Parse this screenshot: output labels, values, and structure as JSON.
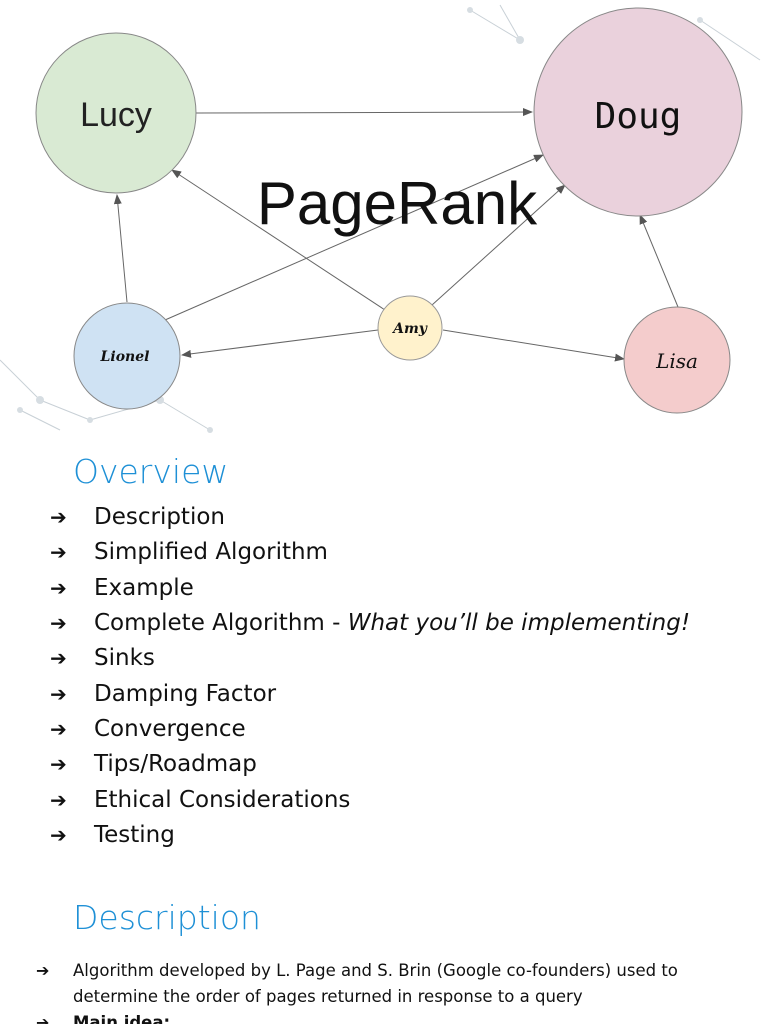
{
  "diagram": {
    "title": "PageRank",
    "nodes": {
      "lucy": "Lucy",
      "doug": "Doug",
      "amy": "Amy",
      "lionel": "Lionel",
      "lisa": "Lisa"
    },
    "colors": {
      "lucy": "#d9ead3",
      "doug": "#ead1dc",
      "amy": "#fff2cc",
      "lionel": "#cfe2f3",
      "lisa": "#f4cccc",
      "edge": "#666666"
    }
  },
  "overview": {
    "title": "Overview",
    "bullet": "➔",
    "items": [
      {
        "text": "Description",
        "em": ""
      },
      {
        "text": "Simplified Algorithm",
        "em": ""
      },
      {
        "text": "Example",
        "em": ""
      },
      {
        "text": "Complete Algorithm - ",
        "em": "What you’ll be implementing!"
      },
      {
        "text": "Sinks",
        "em": ""
      },
      {
        "text": "Damping Factor",
        "em": ""
      },
      {
        "text": "Convergence",
        "em": ""
      },
      {
        "text": "Tips/Roadmap",
        "em": ""
      },
      {
        "text": "Ethical Considerations",
        "em": ""
      },
      {
        "text": "Testing",
        "em": ""
      }
    ]
  },
  "description": {
    "title": "Description",
    "items": [
      "Algorithm developed by L. Page and S. Brin (Google co-founders) used to determine the order of pages returned in response to a query",
      "Main idea:"
    ]
  },
  "accent_color": "#1e90d6"
}
